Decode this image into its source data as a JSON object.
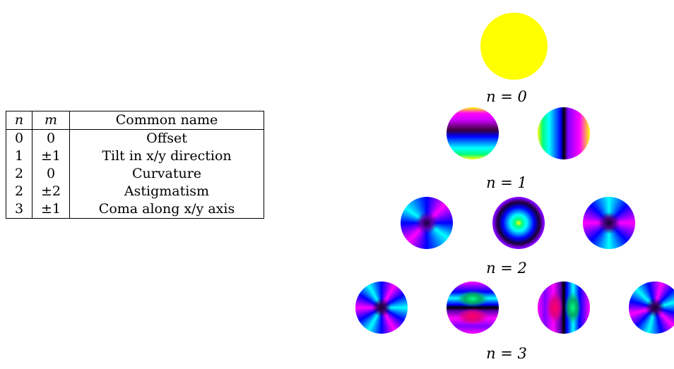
{
  "table": {
    "headers": [
      "n",
      "m",
      "Common name"
    ],
    "rows": [
      [
        "0",
        "0",
        "Offset"
      ],
      [
        "1",
        "±1",
        "Tilt in x/y direction"
      ],
      [
        "2",
        "0",
        "Curvature"
      ],
      [
        "2",
        "±2",
        "Astigmatism"
      ],
      [
        "3",
        "±1",
        "Coma along x/y axis"
      ]
    ]
  },
  "pyramid": {
    "labels": [
      "n = 0",
      "n = 1",
      "n = 2",
      "n = 3"
    ]
  }
}
